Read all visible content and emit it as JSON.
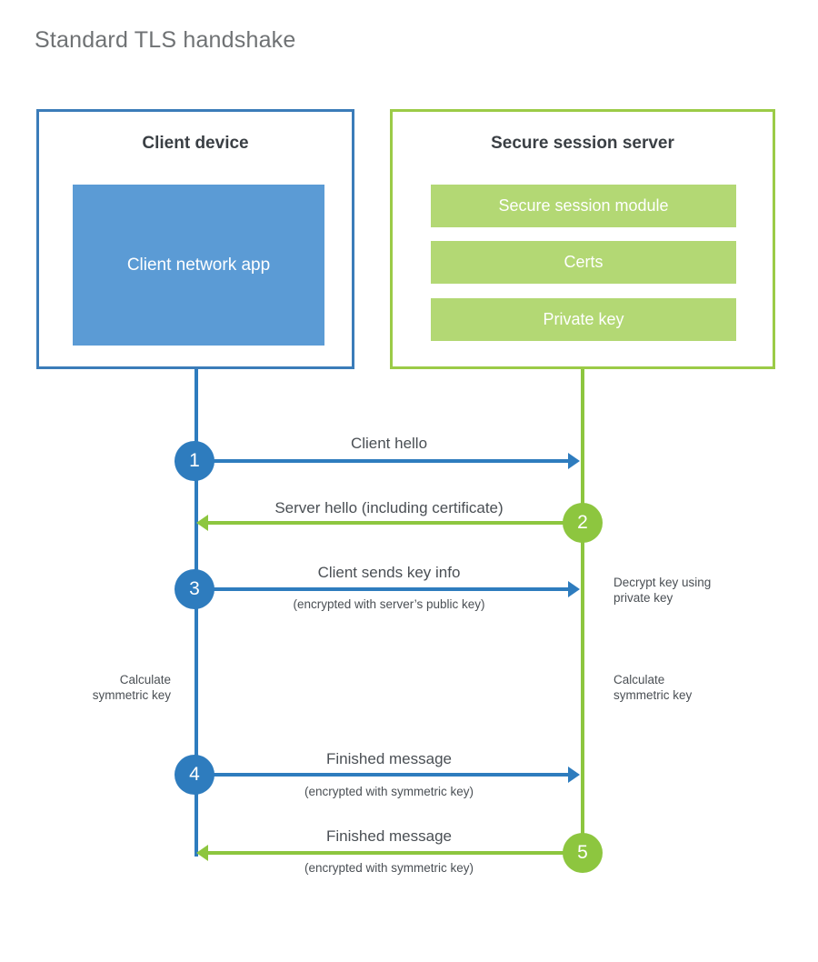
{
  "title": "Standard TLS handshake",
  "colors": {
    "client_border": "#3b7cb9",
    "client_fill": "#5b9bd5",
    "server_border": "#9bcb47",
    "server_fill": "#b3d874",
    "blue_line": "#2e7cbe",
    "green_line": "#8dc63f",
    "title_text": "#6f7274",
    "body_text": "#4a4f54"
  },
  "client": {
    "title": "Client device",
    "app_label": "Client network app"
  },
  "server": {
    "title": "Secure session server",
    "components": [
      {
        "label": "Secure session module"
      },
      {
        "label": "Certs"
      },
      {
        "label": "Private key"
      }
    ]
  },
  "steps": [
    {
      "number": "1",
      "label": "Client hello",
      "sublabel": "",
      "direction": "client-to-server",
      "color": "blue"
    },
    {
      "number": "2",
      "label": "Server hello (including certificate)",
      "sublabel": "",
      "direction": "server-to-client",
      "color": "green"
    },
    {
      "number": "3",
      "label": "Client sends key info",
      "sublabel": "(encrypted with server’s public key)",
      "direction": "client-to-server",
      "color": "blue"
    },
    {
      "number": "4",
      "label": "Finished message",
      "sublabel": "(encrypted with symmetric key)",
      "direction": "client-to-server",
      "color": "blue"
    },
    {
      "number": "5",
      "label": "Finished message",
      "sublabel": "(encrypted with symmetric key)",
      "direction": "server-to-client",
      "color": "green"
    }
  ],
  "notes": {
    "server_decrypt": "Decrypt key using\nprivate key",
    "client_calculate": "Calculate\nsymmetric key",
    "server_calculate": "Calculate\nsymmetric key"
  }
}
